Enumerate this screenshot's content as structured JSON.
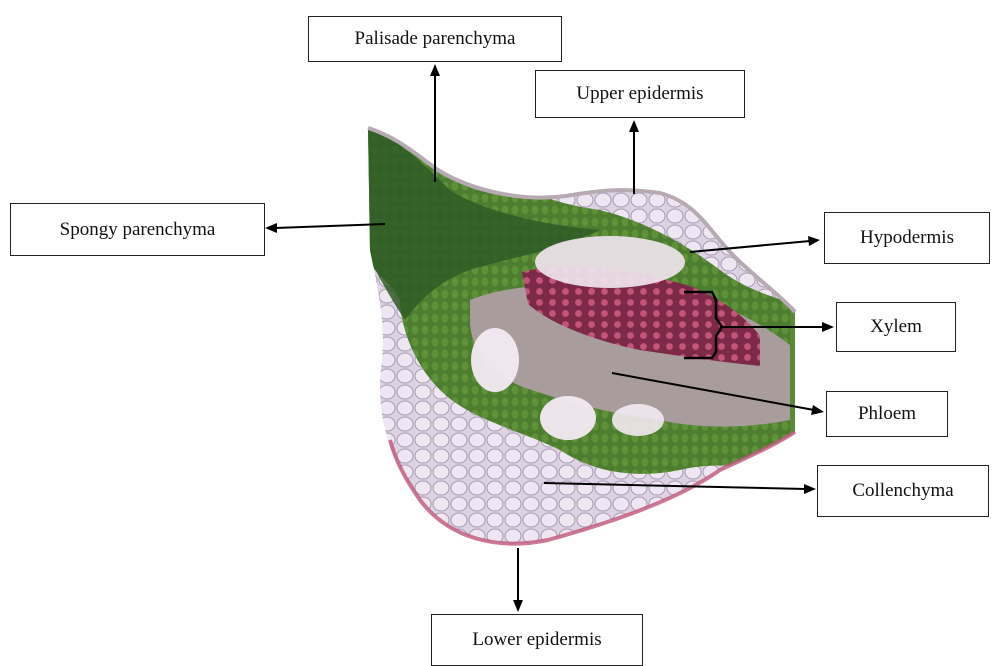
{
  "labels": {
    "palisade": "Palisade parenchyma",
    "upper_epidermis": "Upper epidermis",
    "spongy": "Spongy parenchyma",
    "hypodermis": "Hypodermis",
    "xylem": "Xylem",
    "phloem": "Phloem",
    "collenchyma": "Collenchyma",
    "lower_epidermis": "Lower epidermis"
  },
  "colors": {
    "mesophyll_green": "#4a7a2c",
    "palisade_dark_green": "#2f5a24",
    "collenchyma_lavender": "#d9cfe0",
    "xylem_magenta": "#8a2a4a",
    "epidermis_pink": "#c0587c",
    "phloem_grey": "#a89c9c",
    "arrow": "#000000"
  }
}
